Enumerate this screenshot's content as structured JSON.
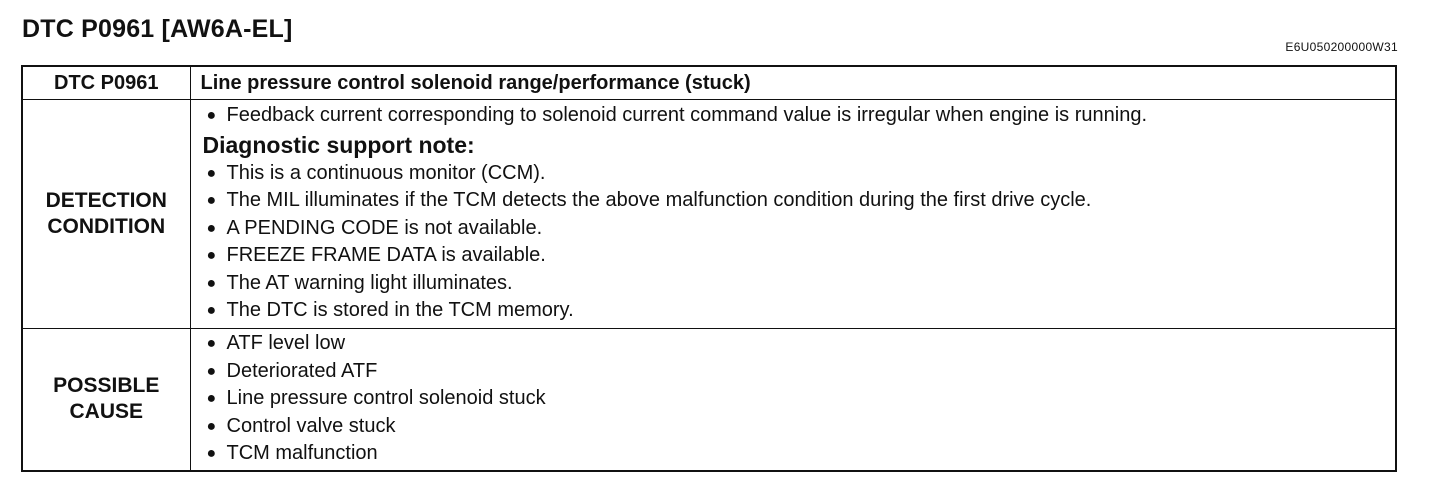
{
  "header": {
    "title": "DTC P0961 [AW6A-EL]",
    "doc_code": "E6U050200000W31"
  },
  "table": {
    "header_row": {
      "label": "DTC P0961",
      "description": "Line pressure control solenoid range/performance (stuck)"
    },
    "detection": {
      "label_line1": "DETECTION",
      "label_line2": "CONDITION",
      "primary_items": [
        "Feedback current corresponding to solenoid current command value is irregular when engine is running."
      ],
      "support_note_heading": "Diagnostic support note:",
      "support_items": [
        "This is a continuous monitor (CCM).",
        "The MIL illuminates if the TCM detects the above malfunction condition during the first drive cycle.",
        "A PENDING CODE is not available.",
        "FREEZE FRAME DATA is available.",
        "The AT warning light illuminates.",
        "The DTC is stored in the TCM memory."
      ]
    },
    "cause": {
      "label_line1": "POSSIBLE",
      "label_line2": "CAUSE",
      "items": [
        "ATF level low",
        "Deteriorated ATF",
        "Line pressure control solenoid stuck",
        "Control valve stuck",
        "TCM malfunction"
      ]
    }
  }
}
